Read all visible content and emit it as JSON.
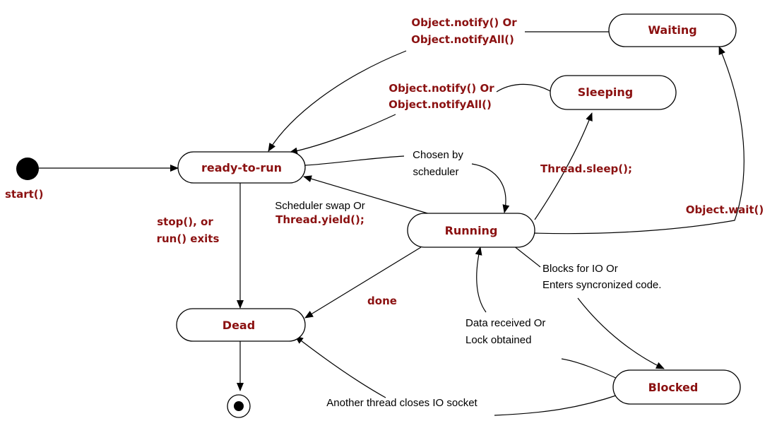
{
  "states": {
    "ready_to_run": "ready-to-run",
    "running": "Running",
    "dead": "Dead",
    "waiting": "Waiting",
    "sleeping": "Sleeping",
    "blocked": "Blocked"
  },
  "labels": {
    "start": "start()",
    "waiting_notify_1": "Object.notify() Or",
    "waiting_notify_2": "Object.notifyAll()",
    "sleeping_notify_1": "Object.notify() Or",
    "sleeping_notify_2": "Object.notifyAll()",
    "chosen_1": "Chosen by",
    "chosen_2": "scheduler",
    "thread_sleep": "Thread.sleep();",
    "object_wait": "Object.wait()",
    "swap_1": "Scheduler swap Or",
    "swap_2": "Thread.yield();",
    "stop_1": "stop(), or",
    "stop_2": "run() exits",
    "done": "done",
    "blocks_1": "Blocks for IO Or",
    "blocks_2": "Enters syncronized code.",
    "data_1": "Data received Or",
    "data_2": "Lock obtained",
    "another_thread": "Another thread closes IO socket"
  },
  "colors": {
    "state_text": "#8b1111",
    "call_text": "#8b1111",
    "note_text": "#000000",
    "line": "#000000",
    "background": "#ffffff"
  }
}
